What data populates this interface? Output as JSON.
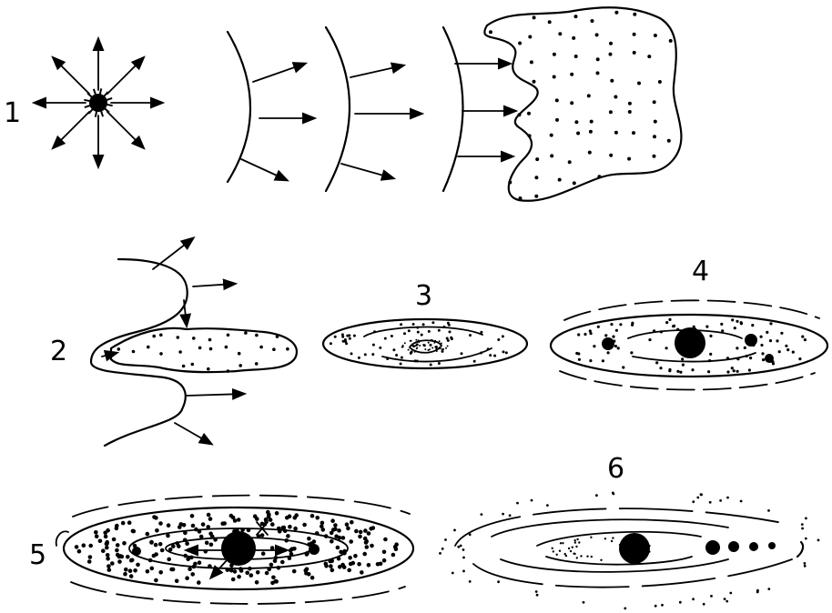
{
  "panels": [
    {
      "label": "1"
    },
    {
      "label": "2"
    },
    {
      "label": "3"
    },
    {
      "label": "4"
    },
    {
      "label": "5"
    },
    {
      "label": "6"
    }
  ],
  "colors": {
    "ink": "#000000",
    "background": "#ffffff"
  }
}
